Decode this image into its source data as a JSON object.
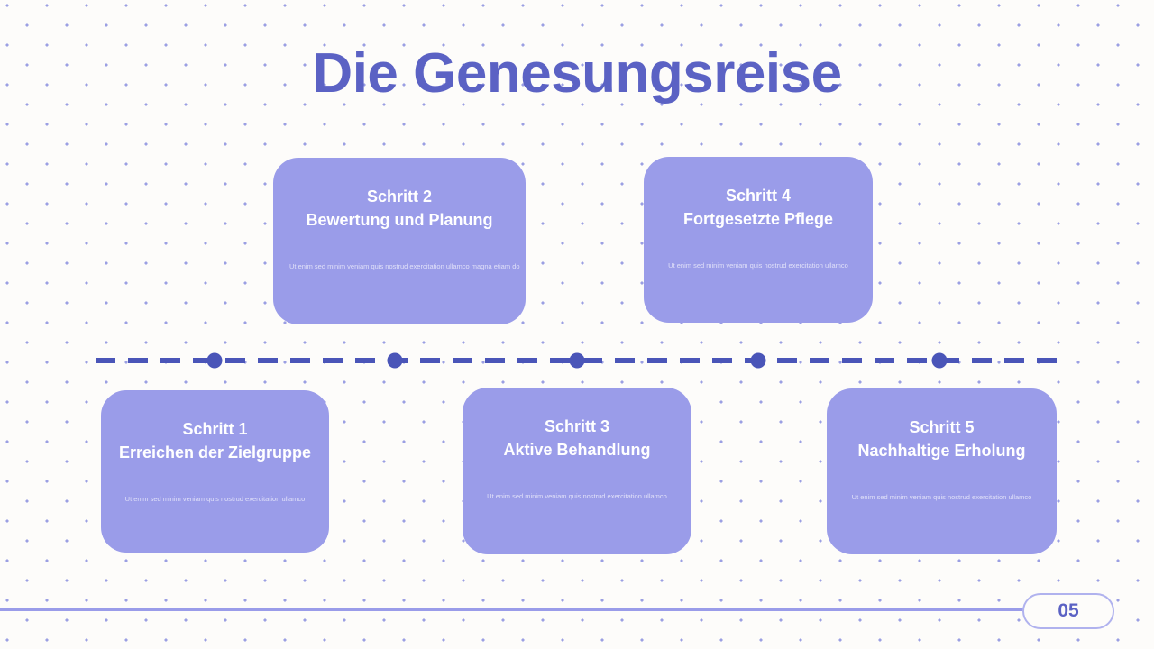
{
  "slide": {
    "title": "Die Genesungsreise",
    "background_color": "#fdfcfa",
    "accent_color": "#5b62c4",
    "card_color": "#9a9ce9",
    "timeline_color": "#4a55b8",
    "dot_pattern_color": "#8b8fe0"
  },
  "timeline": {
    "dots": [
      {
        "label": "timeline-node-1"
      },
      {
        "label": "timeline-node-2"
      },
      {
        "label": "timeline-node-3"
      },
      {
        "label": "timeline-node-4"
      },
      {
        "label": "timeline-node-5"
      }
    ]
  },
  "steps": [
    {
      "step_label": "Schritt 1",
      "title": "Erreichen der Zielgruppe",
      "body": "Ut enim sed minim veniam quis nostrud exercitation ullamco"
    },
    {
      "step_label": "Schritt 2",
      "title": "Bewertung und Planung",
      "body": "Ut enim sed minim veniam quis nostrud exercitation ullamco magna etiam do"
    },
    {
      "step_label": "Schritt 3",
      "title": "Aktive Behandlung",
      "body": "Ut enim sed minim veniam quis nostrud exercitation ullamco"
    },
    {
      "step_label": "Schritt 4",
      "title": "Fortgesetzte Pflege",
      "body": "Ut enim sed minim veniam quis nostrud exercitation ullamco"
    },
    {
      "step_label": "Schritt 5",
      "title": "Nachhaltige Erholung",
      "body": "Ut enim sed minim veniam quis nostrud exercitation ullamco"
    }
  ],
  "footer": {
    "page_number": "05"
  }
}
